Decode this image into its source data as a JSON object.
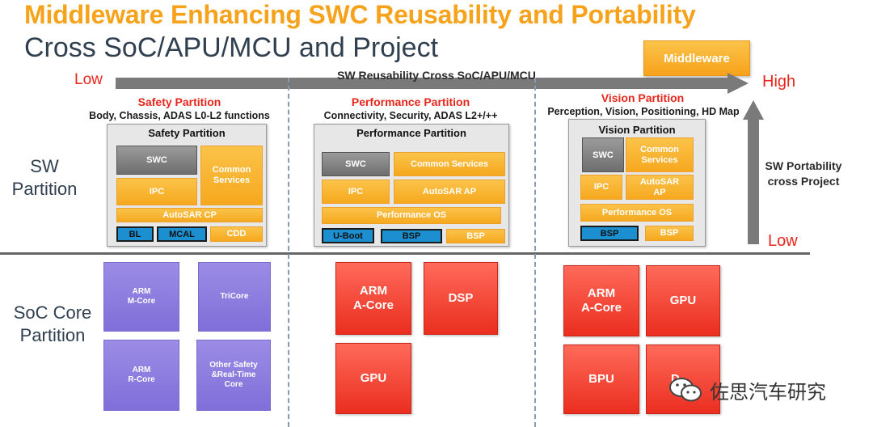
{
  "title": "Middleware Enhancing SWC Reusability and Portability",
  "subtitle": "Cross SoC/APU/MCU and Project",
  "legend_middleware": "Middleware",
  "reusability": {
    "low": "Low",
    "high": "High",
    "label": "SW Reusability Cross SoC/APU/MCU"
  },
  "portability": {
    "label_line1": "SW Portability",
    "label_line2": "cross Project",
    "low": "Low"
  },
  "rows": {
    "sw_line1": "SW",
    "sw_line2": "Partition",
    "soc_line1": "SoC Core",
    "soc_line2": "Partition"
  },
  "safety": {
    "header": "Safety Partition",
    "functions": "Body, Chassis, ADAS L0-L2 functions",
    "panel_title": "Safety Partition",
    "swc": "SWC",
    "common_line1": "Common",
    "common_line2": "Services",
    "ipc": "IPC",
    "autosar": "AutoSAR CP",
    "bl": "BL",
    "mcal": "MCAL",
    "cdd": "CDD",
    "cores": [
      {
        "l1": "ARM",
        "l2": "M-Core"
      },
      {
        "l1": "TriCore",
        "l2": ""
      },
      {
        "l1": "ARM",
        "l2": "R-Core"
      },
      {
        "l1": "Other Safety",
        "l2": "&Real-Time",
        "l3": "Core"
      }
    ]
  },
  "performance": {
    "header": "Performance Partition",
    "functions": "Connectivity, Security, ADAS L2+/++",
    "panel_title": "Performance Partition",
    "swc": "SWC",
    "common": "Common Services",
    "ipc": "IPC",
    "autosar": "AutoSAR AP",
    "os": "Performance OS",
    "uboot": "U-Boot",
    "bsp1": "BSP",
    "bsp2": "BSP",
    "cores": [
      {
        "l1": "ARM",
        "l2": "A-Core"
      },
      {
        "l1": "DSP"
      },
      {
        "l1": "GPU"
      }
    ]
  },
  "vision": {
    "header": "Vision Partition",
    "functions": "Perception, Vision, Positioning, HD Map",
    "panel_title": "Vision Partition",
    "swc": "SWC",
    "common_line1": "Common",
    "common_line2": "Services",
    "ipc": "IPC",
    "autosar_line1": "AutoSAR",
    "autosar_line2": "AP",
    "os": "Performance OS",
    "bsp1": "BSP",
    "bsp2": "BSP",
    "cores": [
      {
        "l1": "ARM",
        "l2": "A-Core"
      },
      {
        "l1": "GPU"
      },
      {
        "l1": "BPU"
      },
      {
        "l1": "D"
      }
    ]
  },
  "watermark": "佐思汽车研究",
  "colors": {
    "accent_orange": "#f7a21b",
    "accent_red": "#e8261c",
    "purple": "#8b7be0",
    "blue": "#1b8fd0",
    "gray": "#7a7a7a"
  }
}
